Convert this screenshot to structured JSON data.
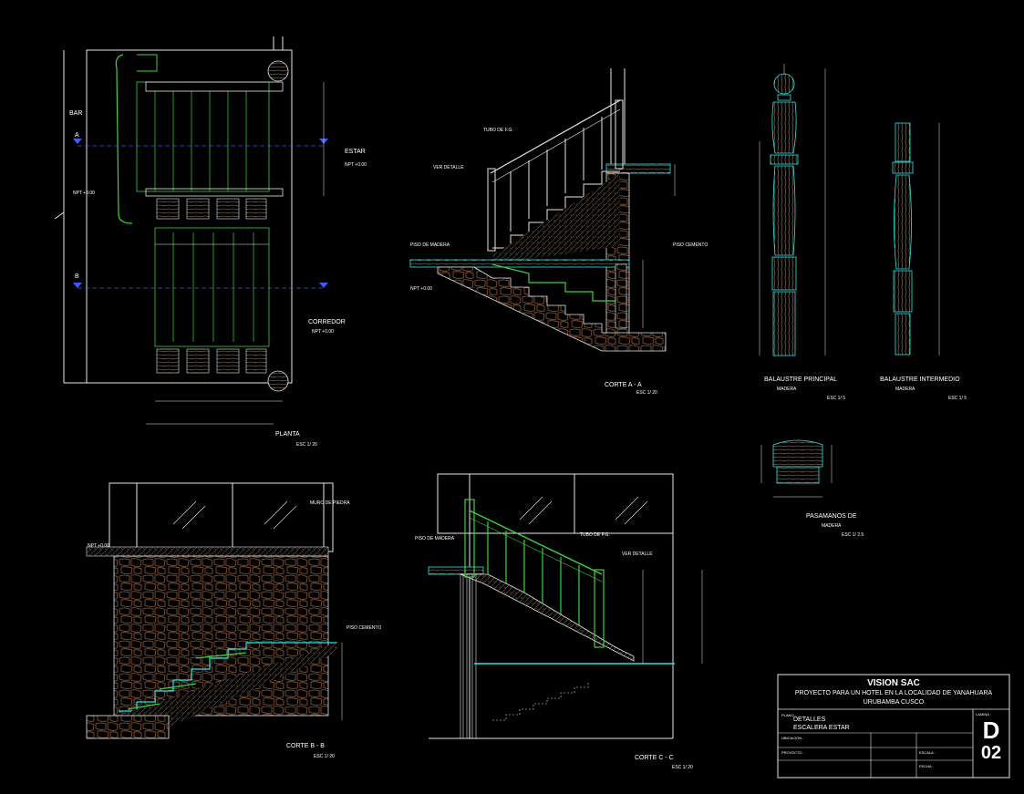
{
  "colors": {
    "background": "#000000",
    "line_white": "#e6e6e6",
    "line_green": "#3cd23c",
    "line_red": "#ff2a2a",
    "line_blue": "#3a5cff",
    "line_cyan": "#28e6e6",
    "stone": "#8a5a3a",
    "wood": "#c07a3a",
    "yellow": "#e6d23c"
  },
  "plan": {
    "title": "PLANTA",
    "scale": "ESC 1/ 20",
    "label_bar": "BAR",
    "label_estar": "ESTAR",
    "label_corridor": "CORREDOR",
    "cut_a": "A",
    "cut_b": "B",
    "level_1": "NPT +0.00",
    "level_2": "NPT +0.00",
    "level_3": "NPT +0.00"
  },
  "corte_a": {
    "title": "CORTE A - A",
    "scale": "ESC 1/ 20",
    "note_1": "TUBO DE F.G.",
    "note_2": "VER DETALLE",
    "note_3": "PISO DE MADERA",
    "note_4": "PISO CEMENTO",
    "level": "NPT +0.00"
  },
  "balaustre_principal": {
    "title": "BALAUSTRE PRINCIPAL",
    "subtitle": "MADERA",
    "scale": "ESC 1/ 5"
  },
  "balaustre_intermedio": {
    "title": "BALAUSTRE INTERMEDIO",
    "subtitle": "MADERA",
    "scale": "ESC 1/ 5"
  },
  "pasamanos": {
    "title": "PASAMANOS DE",
    "subtitle": "MADERA",
    "scale": "ESC 1/ 2.5"
  },
  "corte_b": {
    "title": "CORTE B - B",
    "scale": "ESC 1/ 20",
    "note_1": "PISO CEMENTO",
    "note_2": "MURO DE PIEDRA",
    "level": "NPT +0.00"
  },
  "corte_c": {
    "title": "CORTE C - C",
    "scale": "ESC 1/ 20",
    "note_1": "PISO DE MADERA",
    "note_2": "TUBO DE F.G.",
    "note_3": "VER DETALLE"
  },
  "title_block": {
    "company": "VISION SAC",
    "project_line1": "PROYECTO PARA UN HOTEL EN LA LOCALIDAD DE YANAHUARA",
    "project_line2": "URUBAMBA CUSCO",
    "plano_label": "PLANO :",
    "plano_1": "DETALLES",
    "plano_2": "ESCALERA ESTAR",
    "lamina_label": "LAMINA :",
    "lamina_code_letter": "D",
    "lamina_code_number": "02",
    "ubicacion_label": "UBICACION :",
    "proyecto_label": "PROYECTO :",
    "escala_label": "ESCALA :",
    "fecha_label": "FECHA :"
  }
}
